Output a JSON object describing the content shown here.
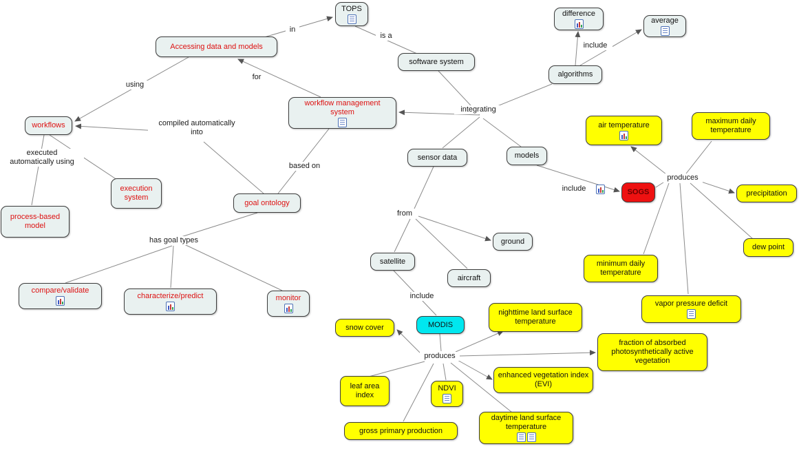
{
  "colors": {
    "node-bg": "#e9f1f0",
    "node-border": "#3b3b3b",
    "yellow": "#ffff00",
    "cyan": "#00e7ef",
    "red-bg": "#ee1111",
    "red-text": "#dd1111",
    "sogs-text": "#6b0000",
    "edge": "#8a8a8a",
    "label-text": "#1a1a1a"
  },
  "nodes": {
    "tops": "TOPS",
    "accessing_data_and_models": "Accessing data and models",
    "difference": "difference",
    "average": "average",
    "software_system": "software system",
    "algorithms": "algorithms",
    "workflow_management_system": "workflow management system",
    "workflows": "workflows",
    "air_temperature": "air temperature",
    "maximum_daily_temperature": "maximum daily temperature",
    "sensor_data": "sensor data",
    "models": "models",
    "execution_system": "execution system",
    "sogs": "SOGS",
    "precipitation": "precipitation",
    "goal_ontology": "goal ontology",
    "process_based_model": "process-based model",
    "ground": "ground",
    "dew_point": "dew point",
    "satellite": "satellite",
    "minimum_daily_temperature": "minimum daily temperature",
    "aircraft": "aircraft",
    "compare_validate": "compare/validate",
    "characterize_predict": "characterize/predict",
    "monitor": "monitor",
    "vapor_pressure_deficit": "vapor pressure deficit",
    "nighttime_lst": "nighttime land surface temperature",
    "snow_cover": "snow cover",
    "modis": "MODIS",
    "fapar": "fraction of absorbed photosynthetically active vegetation",
    "leaf_area_index": "leaf area index",
    "ndvi": "NDVI",
    "evi": "enhanced vegetation index (EVI)",
    "gross_primary_production": "gross primary production",
    "daytime_lst": "daytime land surface temperature"
  },
  "links": {
    "in": "in",
    "is_a": "is a",
    "using": "using",
    "for": "for",
    "include_algorithms": "include",
    "integrating": "integrating",
    "compiled_automatically_into": "compiled automatically\ninto",
    "executed_automatically_using": "executed\nautomatically using",
    "based_on": "based on",
    "include_models": "include",
    "produces_sogs": "produces",
    "from": "from",
    "has_goal_types": "has goal types",
    "include_satellite": "include",
    "produces_modis": "produces"
  }
}
